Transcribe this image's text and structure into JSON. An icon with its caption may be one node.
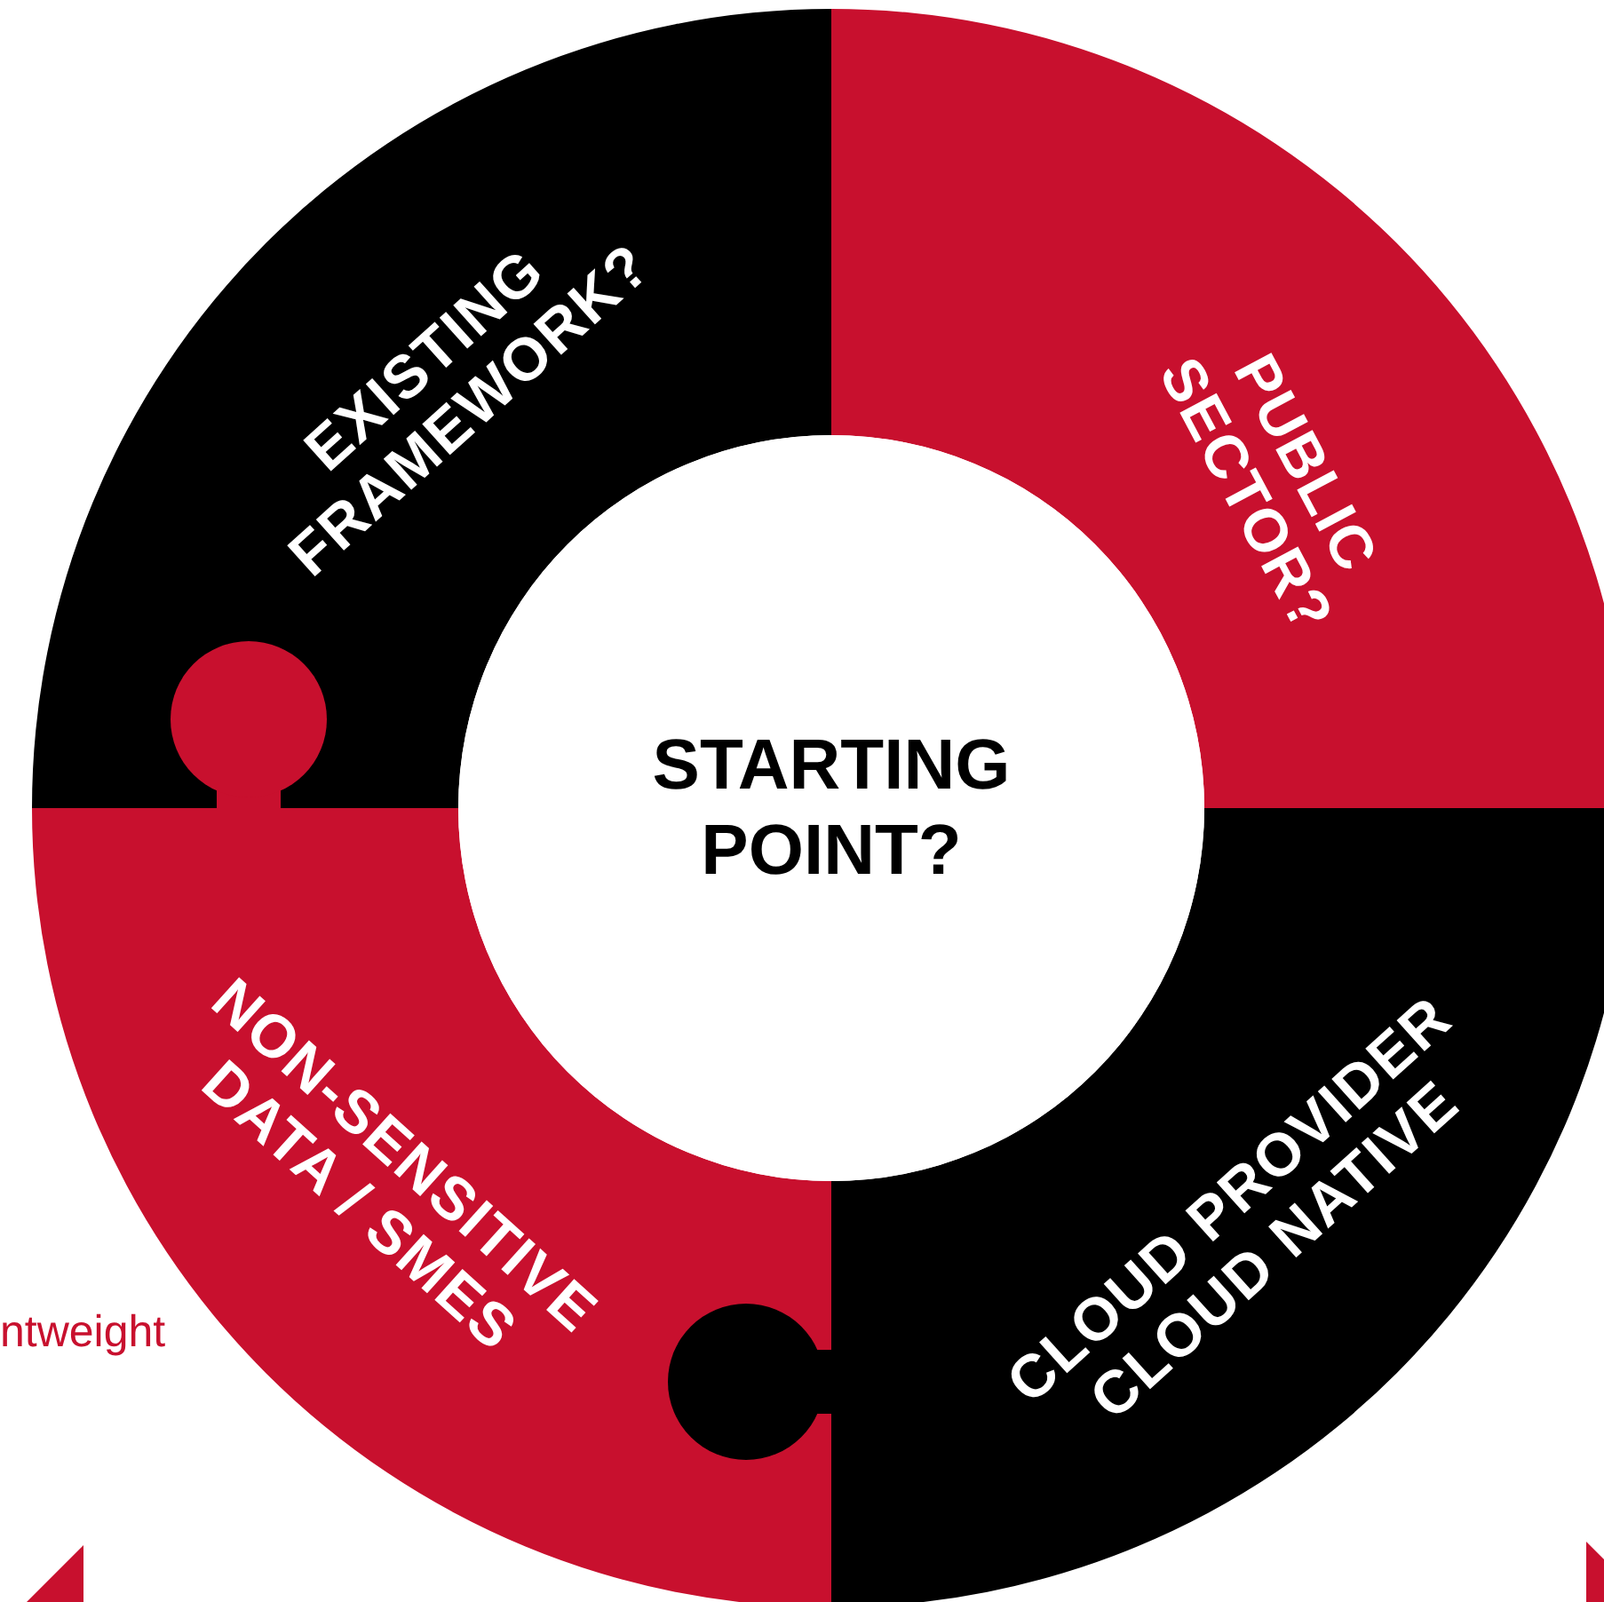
{
  "diagram": {
    "nodes": [
      {
        "text": [
          "EXISTING FRAMEWORK?"
        ]
      },
      {
        "text": [
          "PUBLIC SECTOR?"
        ]
      },
      {
        "text": [
          "STARTING POINT?"
        ]
      },
      {
        "text": [
          "NON-SENSITIVE DATA / SMES"
        ]
      },
      {
        "text": [
          "CLOUD PROVIDER CLOUD NATIVE"
        ]
      }
    ],
    "labels": [
      "ntweight"
    ]
  }
}
